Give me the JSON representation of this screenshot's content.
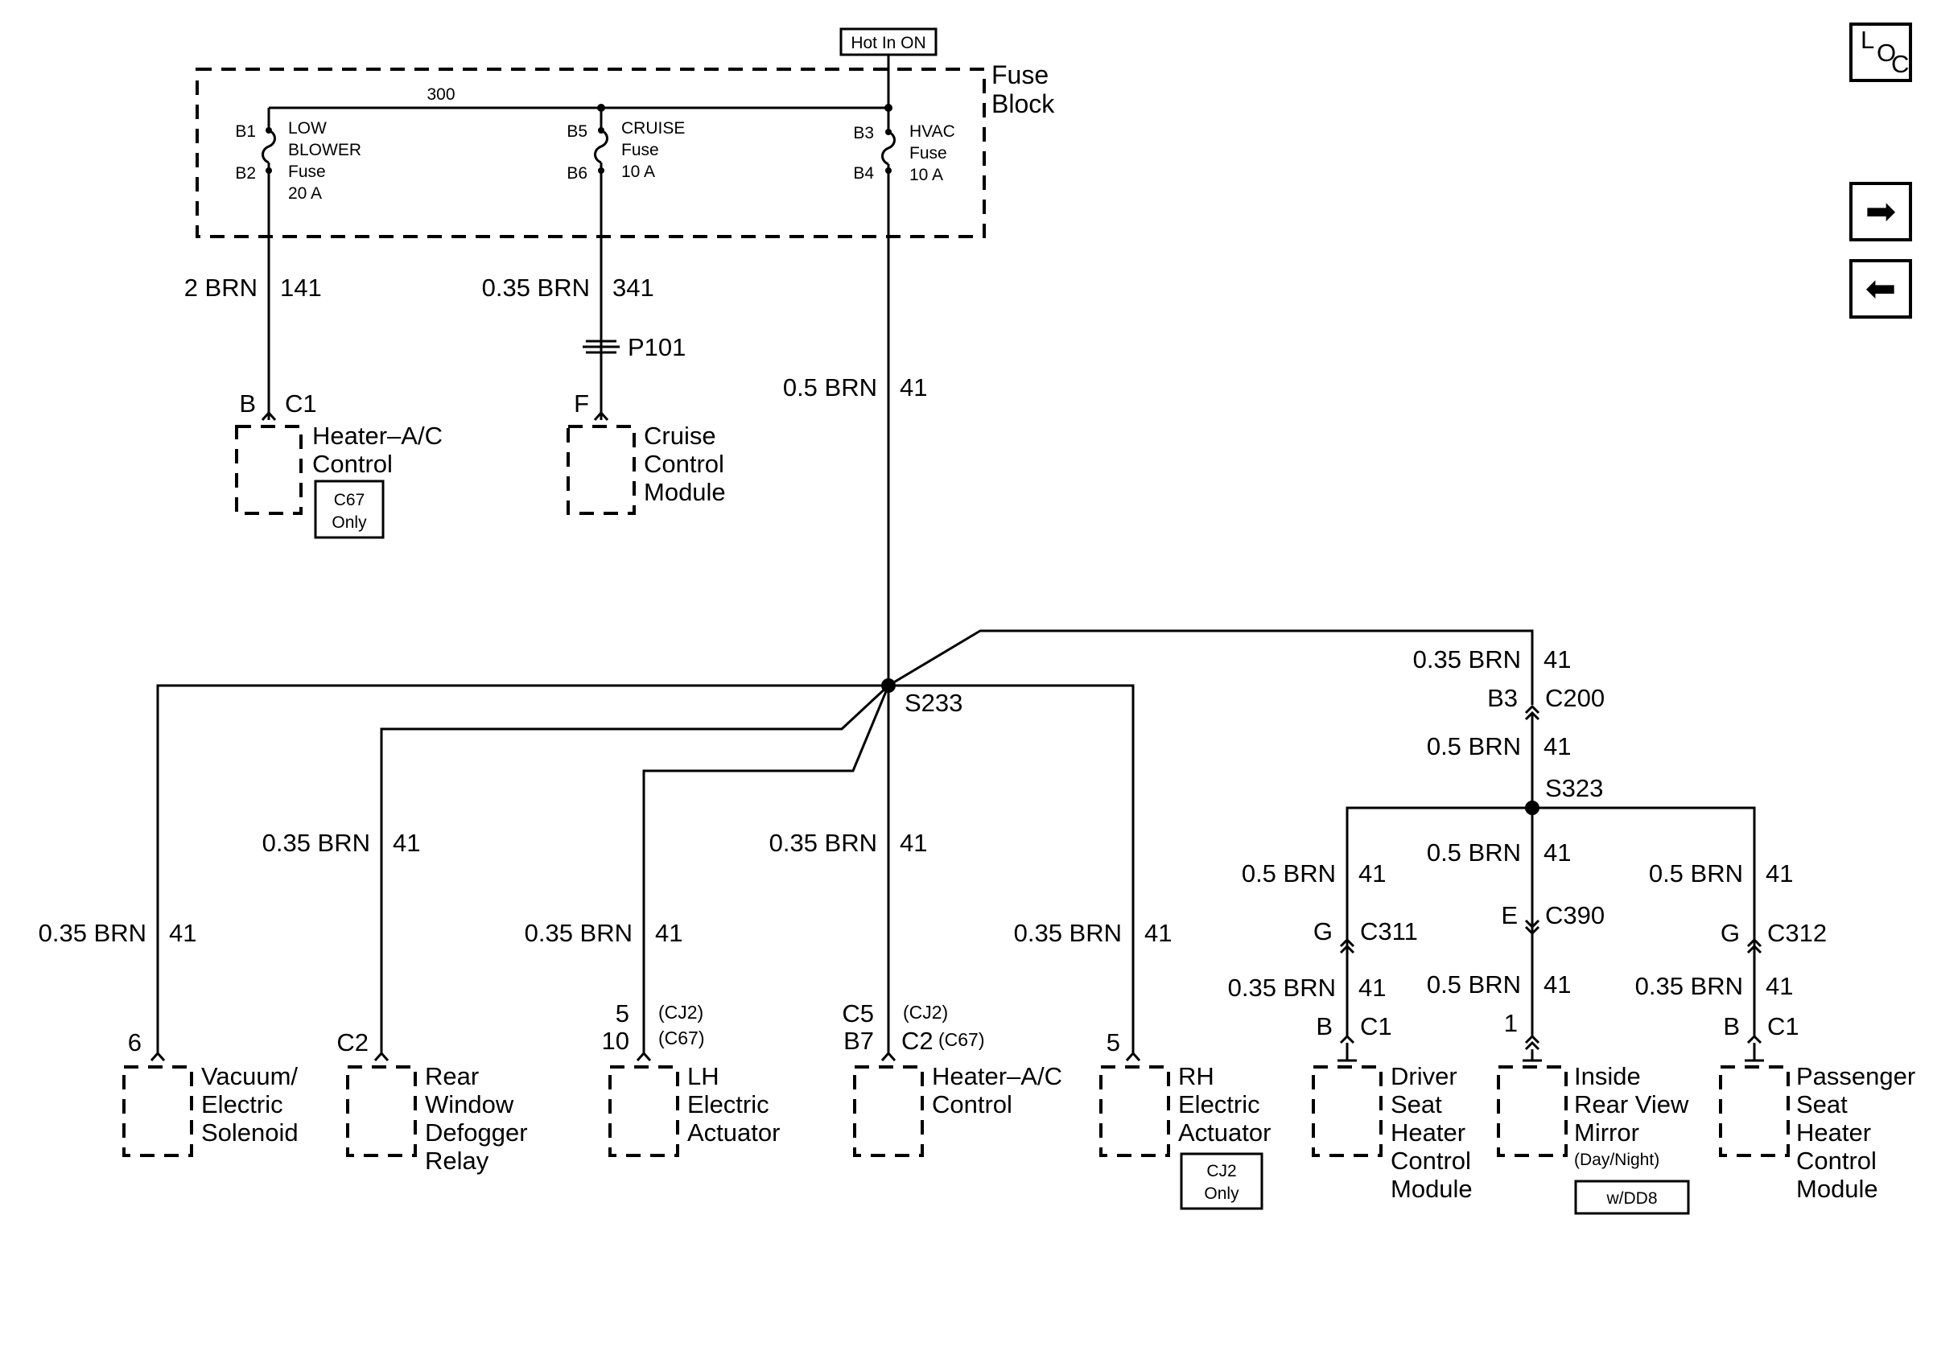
{
  "fuse_block": {
    "hot_label": "Hot In ON",
    "title_line1": "Fuse",
    "title_line2": "Block",
    "bus_circuit": "300",
    "fuses": [
      {
        "pin_top": "B1",
        "pin_bottom": "B2",
        "name_lines": [
          "LOW",
          "BLOWER",
          "Fuse",
          "20 A"
        ]
      },
      {
        "pin_top": "B5",
        "pin_bottom": "B6",
        "name_lines": [
          "CRUISE",
          "Fuse",
          "10 A"
        ]
      },
      {
        "pin_top": "B3",
        "pin_bottom": "B4",
        "name_lines": [
          "HVAC",
          "Fuse",
          "10 A"
        ]
      }
    ]
  },
  "upper_wires": {
    "low_blower": {
      "gauge": "2 BRN",
      "circuit": "141"
    },
    "cruise": {
      "gauge": "0.35 BRN",
      "circuit": "341",
      "connector": "P101"
    },
    "hvac": {
      "gauge": "0.5 BRN",
      "circuit": "41"
    }
  },
  "upper_components": {
    "heater_ac": {
      "pin": "B",
      "connector": "C1",
      "lines": [
        "Heater–A/C",
        "Control"
      ],
      "option_lines": [
        "C67",
        "Only"
      ]
    },
    "cruise_module": {
      "pin": "F",
      "lines": [
        "Cruise",
        "Control",
        "Module"
      ]
    }
  },
  "splices": {
    "main": "S233",
    "right": "S323"
  },
  "c200": {
    "gauge_top": "0.35 BRN",
    "circuit_top": "41",
    "pin": "B3",
    "connector": "C200",
    "gauge_bottom": "0.5 BRN",
    "circuit_bottom": "41"
  },
  "branches": [
    {
      "gauge": "0.35 BRN",
      "circuit": "41",
      "pin": "6",
      "lines": [
        "Vacuum/",
        "Electric",
        "Solenoid"
      ]
    },
    {
      "gauge": "0.35 BRN",
      "circuit": "41",
      "pin": "C2",
      "lines": [
        "Rear",
        "Window",
        "Defogger",
        "Relay"
      ]
    },
    {
      "gauge": "0.35 BRN",
      "circuit": "41",
      "pin_a": "5",
      "pin_a_note": "(CJ2)",
      "pin_b": "10",
      "pin_b_note": "(C67)",
      "lines": [
        "LH",
        "Electric",
        "Actuator"
      ]
    },
    {
      "gauge": "0.35 BRN",
      "circuit": "41",
      "pin_a": "C5",
      "pin_a_note": "(CJ2)",
      "pin_b": "B7",
      "pin_b2": "C2",
      "pin_b_note": "(C67)",
      "lines": [
        "Heater–A/C",
        "Control"
      ]
    },
    {
      "gauge": "0.35 BRN",
      "circuit": "41",
      "pin": "5",
      "lines": [
        "RH",
        "Electric",
        "Actuator"
      ],
      "option_lines": [
        "CJ2",
        "Only"
      ]
    }
  ],
  "seat_branches": [
    {
      "gauge_top": "0.5 BRN",
      "circuit_top": "41",
      "pin": "G",
      "connector": "C311",
      "gauge_bottom": "0.35 BRN",
      "circuit_bottom": "41",
      "pin2": "B",
      "connector2": "C1",
      "lines": [
        "Driver",
        "Seat",
        "Heater",
        "Control",
        "Module"
      ]
    },
    {
      "gauge_top": "0.5 BRN",
      "circuit_top": "41",
      "pin": "E",
      "connector": "C390",
      "gauge_bottom": "0.5 BRN",
      "circuit_bottom": "41",
      "pin2": "1",
      "lines": [
        "Inside",
        "Rear View",
        "Mirror"
      ],
      "sub": "(Day/Night)",
      "option": "w/DD8"
    },
    {
      "gauge_top": "0.5 BRN",
      "circuit_top": "41",
      "pin": "G",
      "connector": "C312",
      "gauge_bottom": "0.35 BRN",
      "circuit_bottom": "41",
      "pin2": "B",
      "connector2": "C1",
      "lines": [
        "Passenger",
        "Seat",
        "Heater",
        "Control",
        "Module"
      ]
    }
  ],
  "nav": {
    "loc_l": "L",
    "loc_o": "O",
    "loc_c": "C",
    "next_glyph": "➡",
    "prev_glyph": "⬅"
  }
}
